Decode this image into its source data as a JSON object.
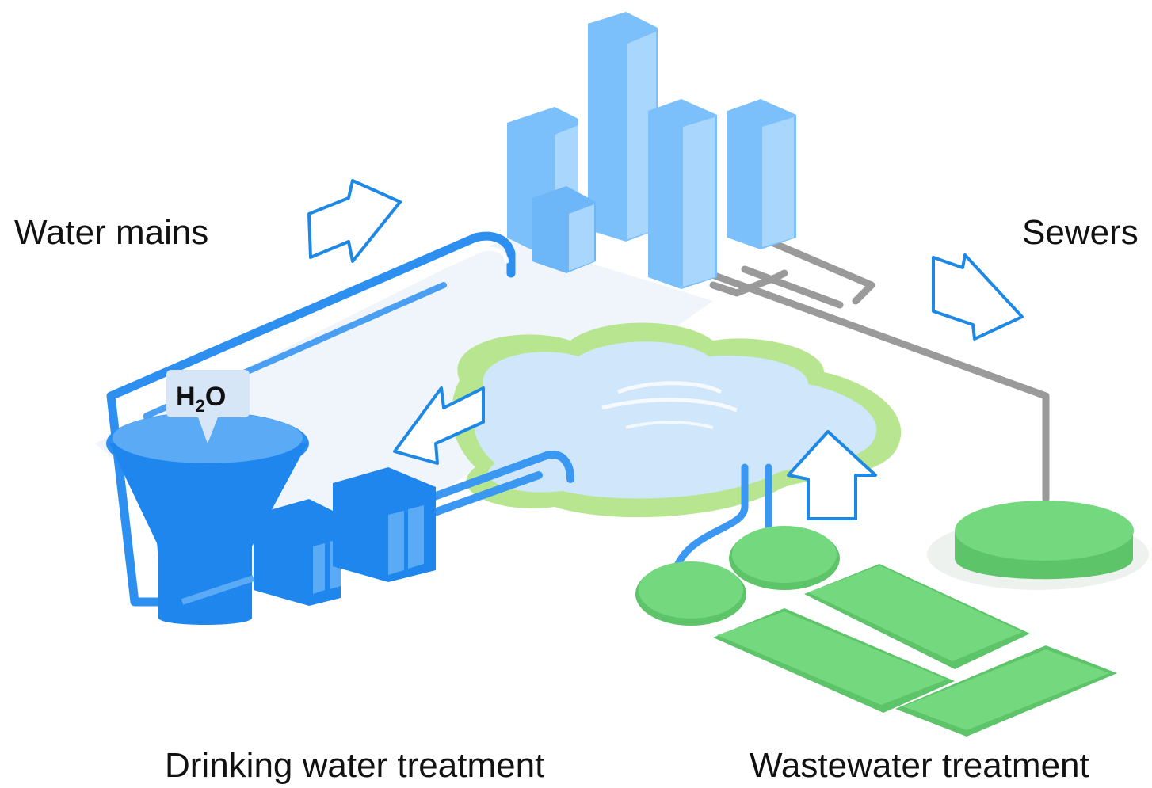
{
  "labels": {
    "water_mains": "Water mains",
    "sewers": "Sewers",
    "drinking_water_treatment": "Drinking water treatment",
    "wastewater_treatment": "Wastewater treatment"
  },
  "tank_label": {
    "main": "H",
    "subscript": "2",
    "suffix": "O"
  },
  "colors": {
    "clean_water": "#2d8ff0",
    "buildings": "#7cc0fb",
    "lake": "#cfe6fb",
    "lake_shore": "#b8e58f",
    "sewer_pipe": "#9a9a9a",
    "treatment_green": "#74d97e",
    "arrow_outline": "#1e88e5"
  }
}
